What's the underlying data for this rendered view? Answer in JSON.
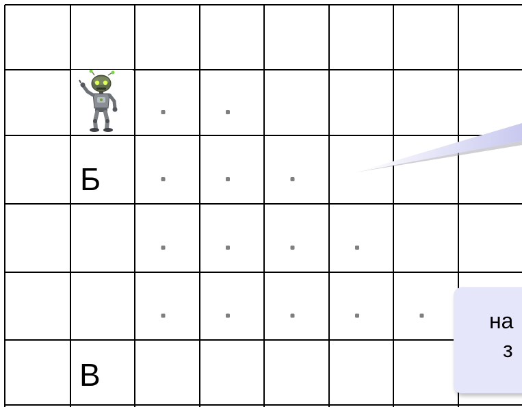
{
  "grid": {
    "cols": 8,
    "rows": 6,
    "line_color": "#000000",
    "dot_color": "#7f7f7f",
    "dotted_cells": [
      [
        1,
        2
      ],
      [
        1,
        3
      ],
      [
        2,
        2
      ],
      [
        2,
        3
      ],
      [
        2,
        4
      ],
      [
        3,
        2
      ],
      [
        3,
        3
      ],
      [
        3,
        4
      ],
      [
        3,
        5
      ],
      [
        4,
        2
      ],
      [
        4,
        3
      ],
      [
        4,
        4
      ],
      [
        4,
        5
      ],
      [
        4,
        6
      ]
    ]
  },
  "labels": {
    "b": "Б",
    "v": "В"
  },
  "robot": {
    "icon": "robot-icon",
    "row": 1,
    "col": 1
  },
  "callout": {
    "line1": "на",
    "line2": "з",
    "background": "#e6e6fa"
  },
  "pointer": {
    "color": "#c9c9f0"
  }
}
